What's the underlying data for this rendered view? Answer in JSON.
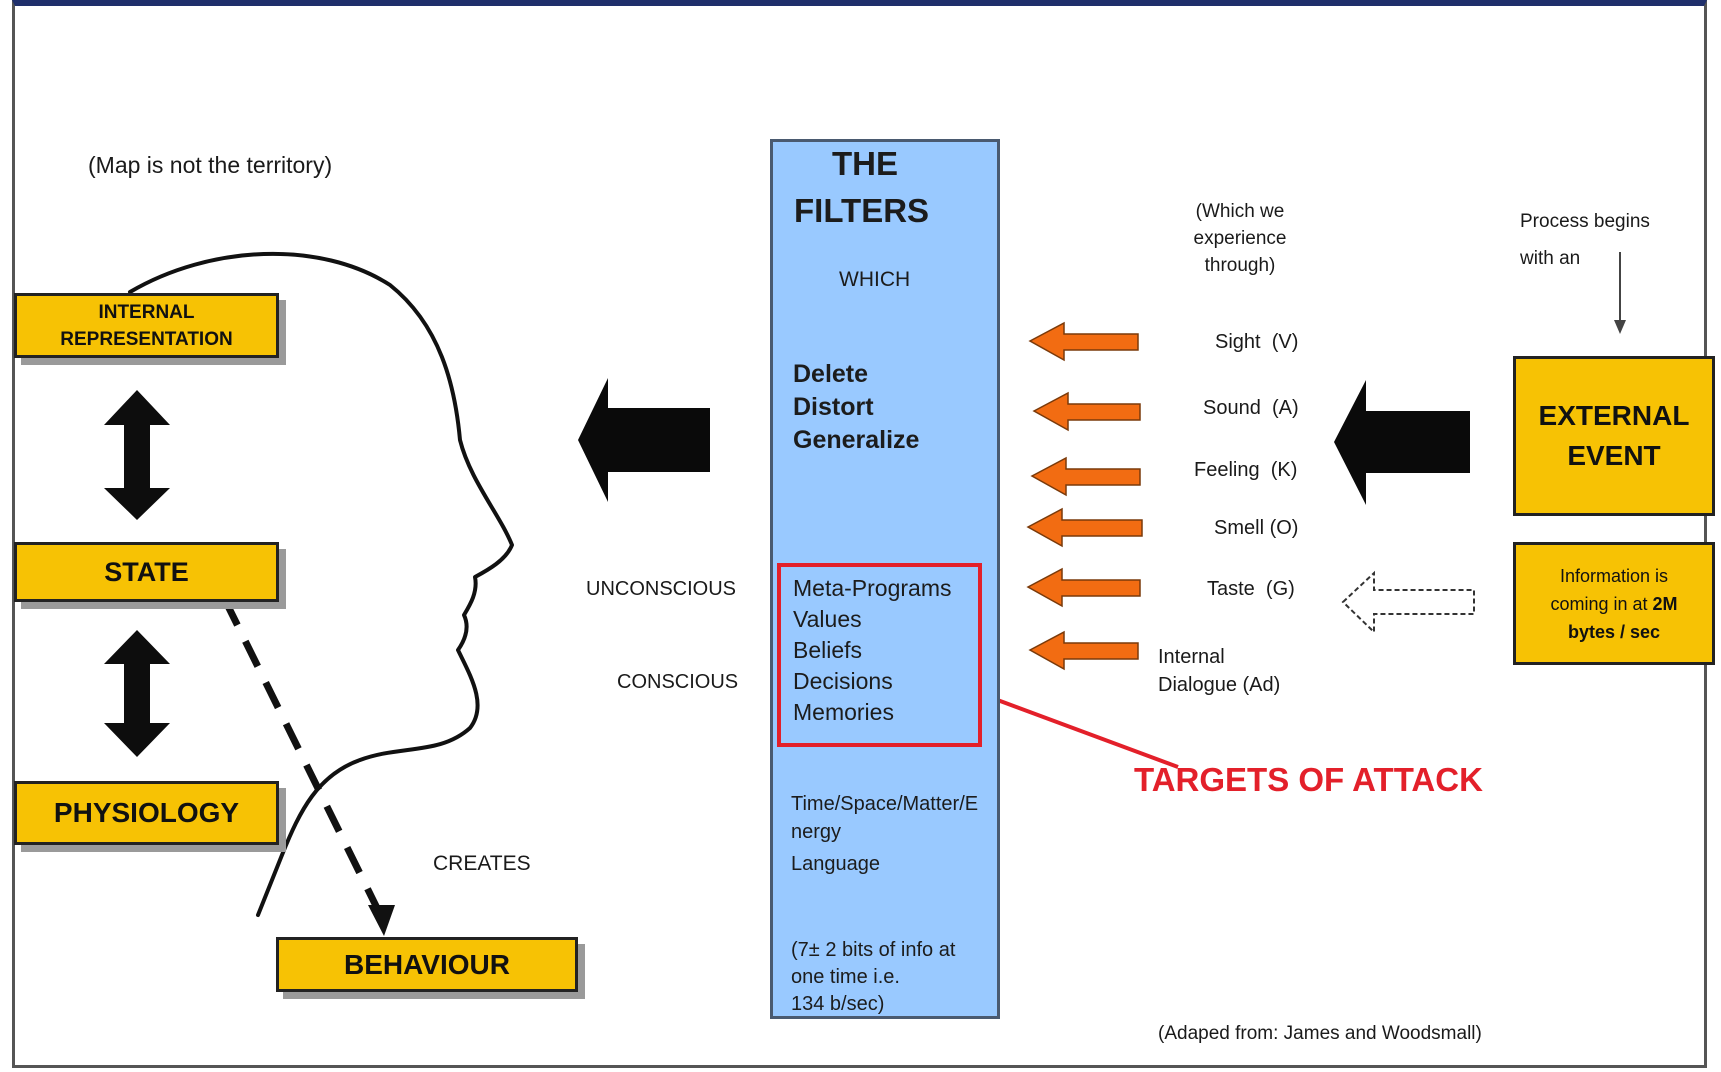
{
  "top_note": "(Map is not the territory)",
  "left_boxes": {
    "internal_representation": "INTERNAL\nREPRESENTATION",
    "state": "STATE",
    "physiology": "PHYSIOLOGY",
    "behaviour": "BEHAVIOUR"
  },
  "creates_label": "CREATES",
  "filters": {
    "title_line1": "THE",
    "title_line2": "FILTERS",
    "which": "WHICH",
    "actions": [
      "Delete",
      "Distort",
      "Generalize"
    ],
    "targets": [
      "Meta-Programs",
      "Values",
      "Beliefs",
      "Decisions",
      "Memories"
    ],
    "time_space": "Time/Space/Matter/E\nnergy",
    "language": "Language",
    "bits_note": "(7± 2 bits of info at\none time i.e.\n134 b/sec)"
  },
  "unconscious_label": "UNCONSCIOUS",
  "conscious_label": "CONSCIOUS",
  "targets_label": "TARGETS OF ATTACK",
  "senses_header": "(Which we\nexperience\nthrough)",
  "senses": [
    {
      "label": "Sight  (V)"
    },
    {
      "label": "Sound  (A)"
    },
    {
      "label": "Feeling  (K)"
    },
    {
      "label": "Smell (O)"
    },
    {
      "label": "Taste  (G)"
    },
    {
      "label": "Internal\nDialogue   (Ad)"
    }
  ],
  "process_note": "Process begins\nwith an",
  "external_event": "EXTERNAL\nEVENT",
  "info_rate_prefix": "Information is\ncoming in at",
  "info_rate_value": "2M\nbytes / sec",
  "credit": "(Adaped from: James and Woodsmall)",
  "colors": {
    "box_yellow": "#f7c204",
    "filter_blue": "#99c9ff",
    "arrow_orange": "#f26c12",
    "attack_red": "#e3202a"
  }
}
